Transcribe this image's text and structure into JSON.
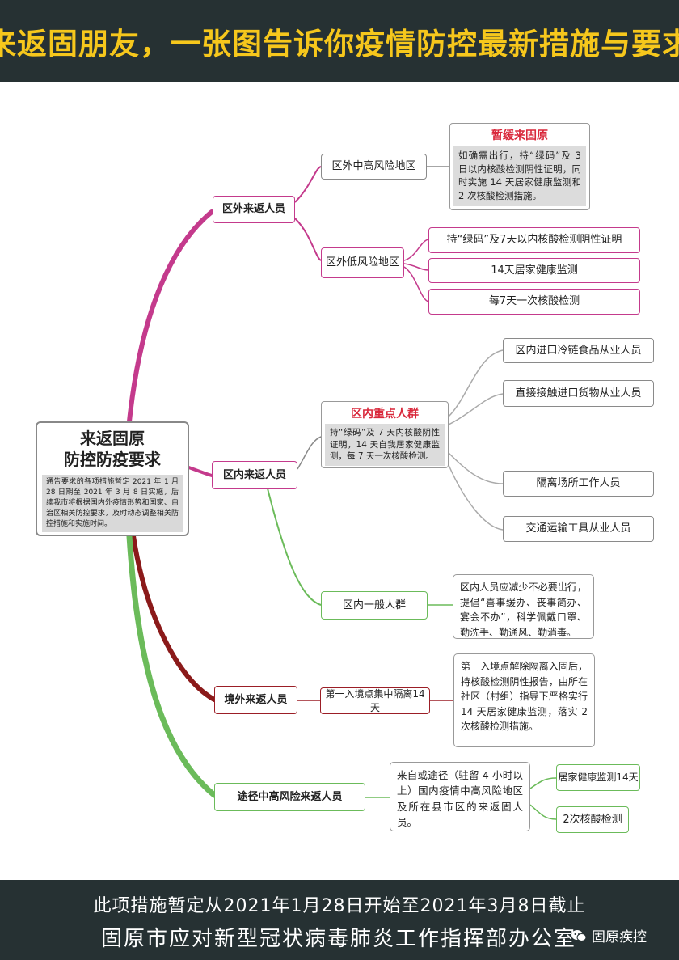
{
  "header": {
    "title": "来返固朋友，一张图告诉你疫情防控最新措施与要求"
  },
  "center": {
    "title_line1": "来返固原",
    "title_line2": "防控防疫要求",
    "desc": "通告要求的各项措施暂定 2021 年 1 月 28 日期至 2021 年 3 月 8 日实施，后续我市将根据国内外疫情形势和国家、自治区相关防控要求，及时动态调整相关防控措施和实施时间。"
  },
  "branches": {
    "outside": {
      "label": "区外来返人员",
      "high_risk": {
        "label": "区外中高风险地区",
        "panel_title": "暂缓来固原",
        "panel_body": "如确需出行，持“绿码”及 3 日以内核酸检测阴性证明，同时实施 14 天居家健康监测和 2 次核酸检测措施。"
      },
      "low_risk": {
        "label": "区外低风险地区",
        "items": [
          "持“绿码”及7天以内核酸检测阴性证明",
          "14天居家健康监测",
          "每7天一次核酸检测"
        ]
      }
    },
    "inside": {
      "label": "区内来返人员",
      "key_group": {
        "label": "区内重点人群",
        "body": "持“绿码”及 7 天内核酸阴性证明，14 天自我居家健康监测，每 7 天一次核酸检测。",
        "items": [
          "区内进口冷链食品从业人员",
          "直接接触进口货物从业人员",
          "隔离场所工作人员",
          "交通运输工具从业人员"
        ]
      },
      "general": {
        "label": "区内一般人群",
        "note": "区内人员应减少不必要出行，提倡“喜事缓办、丧事简办、宴会不办”，科学佩戴口罩、勤洗手、勤通风、勤消毒。"
      }
    },
    "abroad": {
      "label": "境外来返人员",
      "sub": "第一入境点集中隔离14天",
      "note": "第一入境点解除隔离入固后，持核酸检测阴性报告，由所在社区（村组）指导下严格实行 14 天居家健康监测，落实 2 次核酸检测措施。"
    },
    "transit": {
      "label": "途径中高风险来返人员",
      "note": "来自或途径（驻留 4 小时以上）国内疫情中高风险地区及所在县市区的来返固人员。",
      "items": [
        "居家健康监测14天",
        "2次核酸检测"
      ]
    }
  },
  "footer": {
    "line1": "此项措施暂定从2021年1月28日开始至2021年3月8日截止",
    "line2": "固原市应对新型冠状病毒肺炎工作指挥部办公室",
    "watermark": "固原疾控"
  },
  "colors": {
    "header_bg": "#263133",
    "header_text": "#f6c71c",
    "magenta": "#c43a8c",
    "green": "#6bbb5a",
    "dark_red": "#9b1e26",
    "gray": "#8a8a8a",
    "highlight_red": "#d9283b"
  }
}
